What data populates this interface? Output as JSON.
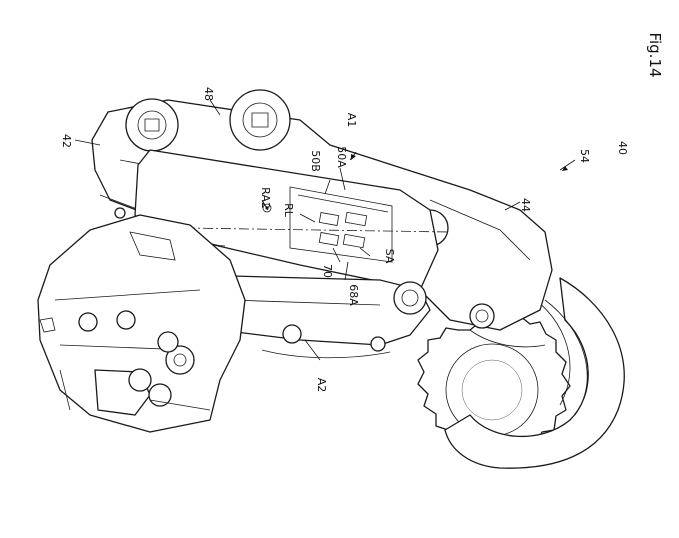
{
  "figure": {
    "title": "Fig.14",
    "labels": {
      "l40": "40",
      "l54": "54",
      "l42": "42",
      "l48": "48",
      "lA1": "A1",
      "l50A": "50A",
      "l50B": "50B",
      "lRA2": "RA2",
      "lRL": "RL",
      "l70": "70",
      "lSA": "SA",
      "l68A": "68A",
      "l44": "44",
      "lA2": "A2"
    }
  }
}
